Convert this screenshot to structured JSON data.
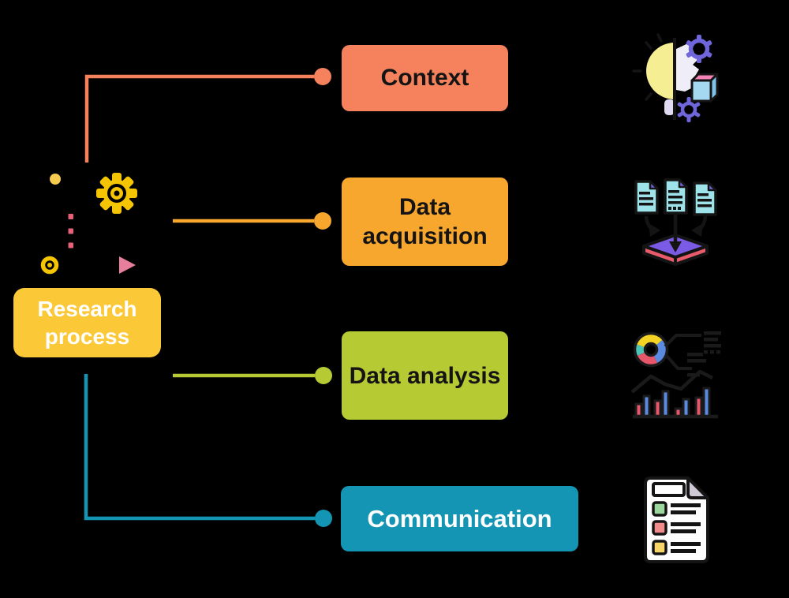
{
  "background": "#000000",
  "root": {
    "label": "Research process",
    "color": "#FBC937",
    "text_color": "#FFFFFF"
  },
  "branches": [
    {
      "label": "Context",
      "color": "#F5825C",
      "text_color": "#141414",
      "icon": "idea-head-gears-icon"
    },
    {
      "label": "Data acquisition",
      "color": "#F7A72E",
      "text_color": "#141414",
      "icon": "documents-into-collector-icon"
    },
    {
      "label": "Data analysis",
      "color": "#B5CA33",
      "text_color": "#141414",
      "icon": "charts-analytics-icon"
    },
    {
      "label": "Communication",
      "color": "#1495B3",
      "text_color": "#FFFFFF",
      "icon": "report-checklist-icon"
    }
  ],
  "decor": {
    "gear": "#F5C402",
    "dot": "#F7CB4F",
    "dash": "#E76079",
    "target": "#F5C402",
    "triangle": "#E77F9C"
  },
  "icons": {
    "idea": {
      "bulb": "#F6EE92",
      "head": "#EFEDF8",
      "gear": "#6F66DB",
      "cube_top": "#F583B5",
      "cube_front": "#A5D9F2",
      "cube_side": "#7FC3E8",
      "base": "#DFDAF2",
      "ink": "#141414"
    },
    "data_collection": {
      "doc": "#9FE3EA",
      "fold": "#6F66DB",
      "platform_top": "#7B5BE6",
      "platform_side": "#E75B6B",
      "ink": "#141414"
    },
    "analytics": {
      "yellow": "#F5D324",
      "blue": "#5B8BE0",
      "red": "#E8566A",
      "teal": "#4EC4B6",
      "ink": "#1A1A1A"
    },
    "report": {
      "paper": "#FEFEFE",
      "fold": "#CFC9D6",
      "green": "#9CD89E",
      "red": "#F28C8C",
      "yellow": "#F7D569",
      "ink": "#141414"
    }
  }
}
